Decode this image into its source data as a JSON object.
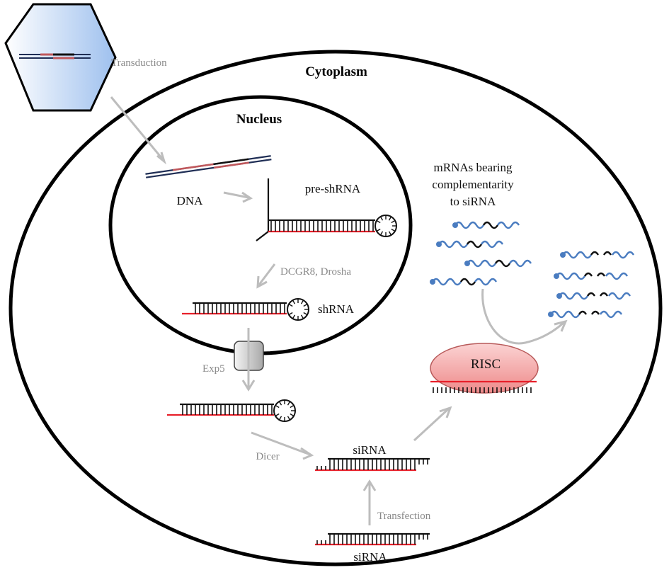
{
  "labels": {
    "transduction": "Transduction",
    "cytoplasm": "Cytoplasm",
    "nucleus": "Nucleus",
    "dna": "DNA",
    "pre_shrna": "pre-shRNA",
    "dcgr8_drosha": "DCGR8, Drosha",
    "shrna": "shRNA",
    "exp5": "Exp5",
    "dicer": "Dicer",
    "sirna_mid": "siRNA",
    "transfection": "Transfection",
    "sirna_bottom": "siRNA",
    "risc": "RISC",
    "mrna_line1": "mRNAs bearing",
    "mrna_line2": "complementarity",
    "mrna_line3": "to siRNA"
  },
  "colors": {
    "strand_red": "#e8202a",
    "strand_black": "#111111",
    "mrna_blue": "#4a7cc0",
    "dna_navy": "#1f2e55",
    "dna_pink": "#c0585c",
    "arrow_gray": "#bdbdbd",
    "risc_fill": "#f4a0a0",
    "virus_fill": "#a9c8f0"
  }
}
